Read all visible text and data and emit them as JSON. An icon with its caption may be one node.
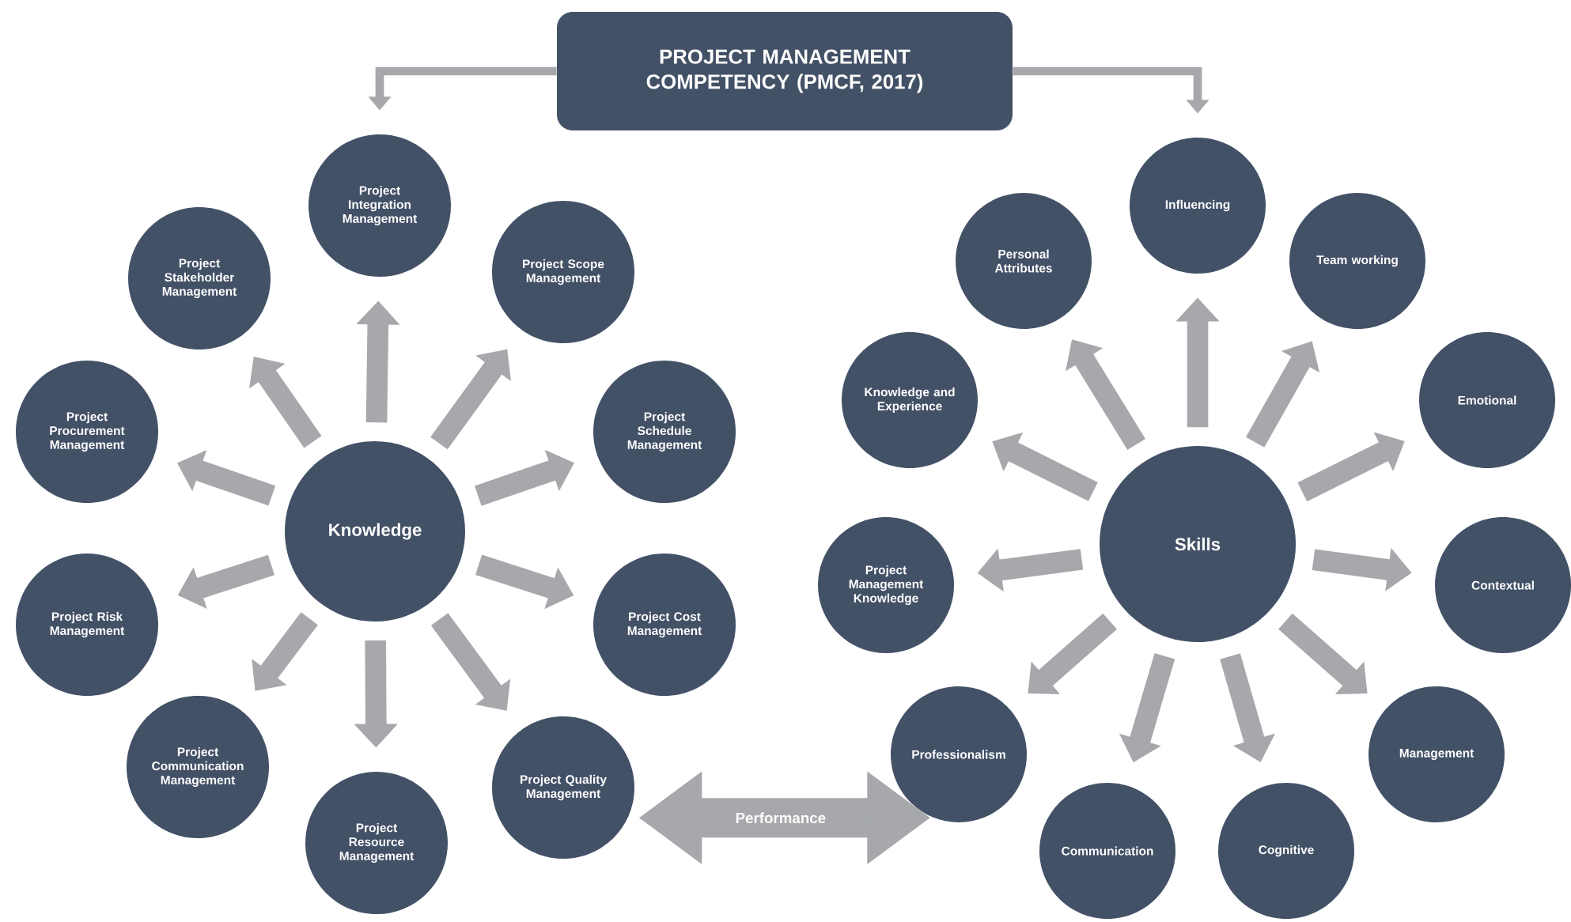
{
  "diagram": {
    "nodes": [
      {
        "text": [
          "PROJECT MANAGEMENT COMPETENCY (PMCF, 2017)"
        ]
      },
      {
        "text": [
          "Knowledge"
        ]
      },
      {
        "text": [
          "Project Integration Management"
        ]
      },
      {
        "text": [
          "Project Scope Management"
        ]
      },
      {
        "text": [
          "Project Schedule Management"
        ]
      },
      {
        "text": [
          "Project Cost Management"
        ]
      },
      {
        "text": [
          "Project Quality Management"
        ]
      },
      {
        "text": [
          "Project Resource Management"
        ]
      },
      {
        "text": [
          "Project Communication Management"
        ]
      },
      {
        "text": [
          "Project Risk Management"
        ]
      },
      {
        "text": [
          "Project Procurement Management"
        ]
      },
      {
        "text": [
          "Project Stakeholder Management"
        ]
      },
      {
        "text": [
          "Skills"
        ]
      },
      {
        "text": [
          "Influencing"
        ]
      },
      {
        "text": [
          "Team working"
        ]
      },
      {
        "text": [
          "Emotional"
        ]
      },
      {
        "text": [
          "Contextual"
        ]
      },
      {
        "text": [
          "Management"
        ]
      },
      {
        "text": [
          "Cognitive"
        ]
      },
      {
        "text": [
          "Communication"
        ]
      },
      {
        "text": [
          "Professionalism"
        ]
      },
      {
        "text": [
          "Project Management Knowledge"
        ]
      },
      {
        "text": [
          "Knowledge and Experience"
        ]
      },
      {
        "text": [
          "Personal Attributes"
        ]
      }
    ],
    "edges": [
      {
        "from": 0,
        "to": 2,
        "arrow": "to"
      },
      {
        "from": 0,
        "to": 13,
        "arrow": "to"
      },
      {
        "from": 1,
        "to": 2,
        "arrow": "to"
      },
      {
        "from": 1,
        "to": 3,
        "arrow": "to"
      },
      {
        "from": 1,
        "to": 4,
        "arrow": "to"
      },
      {
        "from": 1,
        "to": 5,
        "arrow": "to"
      },
      {
        "from": 1,
        "to": 6,
        "arrow": "to"
      },
      {
        "from": 1,
        "to": 7,
        "arrow": "to"
      },
      {
        "from": 1,
        "to": 8,
        "arrow": "to"
      },
      {
        "from": 1,
        "to": 9,
        "arrow": "to"
      },
      {
        "from": 1,
        "to": 10,
        "arrow": "to"
      },
      {
        "from": 1,
        "to": 11,
        "arrow": "to"
      },
      {
        "from": 12,
        "to": 13,
        "arrow": "to"
      },
      {
        "from": 12,
        "to": 14,
        "arrow": "to"
      },
      {
        "from": 12,
        "to": 15,
        "arrow": "to"
      },
      {
        "from": 12,
        "to": 16,
        "arrow": "to"
      },
      {
        "from": 12,
        "to": 17,
        "arrow": "to"
      },
      {
        "from": 12,
        "to": 18,
        "arrow": "to"
      },
      {
        "from": 12,
        "to": 19,
        "arrow": "to"
      },
      {
        "from": 12,
        "to": 20,
        "arrow": "to"
      },
      {
        "from": 12,
        "to": 21,
        "arrow": "to"
      },
      {
        "from": 12,
        "to": 22,
        "arrow": "to"
      },
      {
        "from": 12,
        "to": 23,
        "arrow": "to"
      },
      {
        "from": 6,
        "to": 20,
        "arrow": "both",
        "style": "thick",
        "label": "Performance"
      }
    ]
  }
}
